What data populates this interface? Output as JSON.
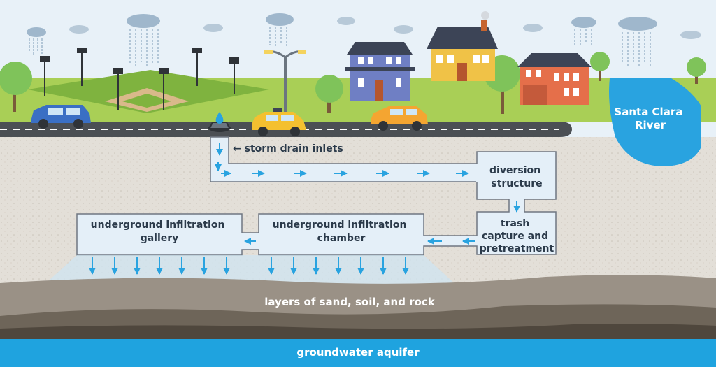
{
  "labels": {
    "river": [
      "Santa Clara",
      "River"
    ],
    "storm_drain": "← storm drain inlets",
    "diversion": [
      "diversion",
      "structure"
    ],
    "trash": [
      "trash",
      "capture and",
      "pretreatment"
    ],
    "chamber": [
      "underground infiltration",
      "chamber"
    ],
    "gallery": [
      "underground infiltration",
      "gallery"
    ],
    "layers": "layers of sand, soil, and rock",
    "aquifer": "groundwater aquifer"
  },
  "colors": {
    "sky": "#e8f1f8",
    "grass": "#a9cf56",
    "road": "#4b4f54",
    "soil": "#e3dfd8",
    "pipe": "#e4eff8",
    "pipe_border": "#6f7781",
    "arrow": "#29a3e0",
    "river": "#29a3e0",
    "rock_dark": "#6e6559",
    "rock_mid": "#9a9186",
    "aquifer": "#1fa3df"
  },
  "icons": [
    "rain-cloud-icon",
    "floodlight-icon",
    "street-lamp-icon",
    "tree-icon",
    "house-icon",
    "car-icon",
    "taxi-icon",
    "water-drop-icon",
    "storm-drain-icon"
  ]
}
